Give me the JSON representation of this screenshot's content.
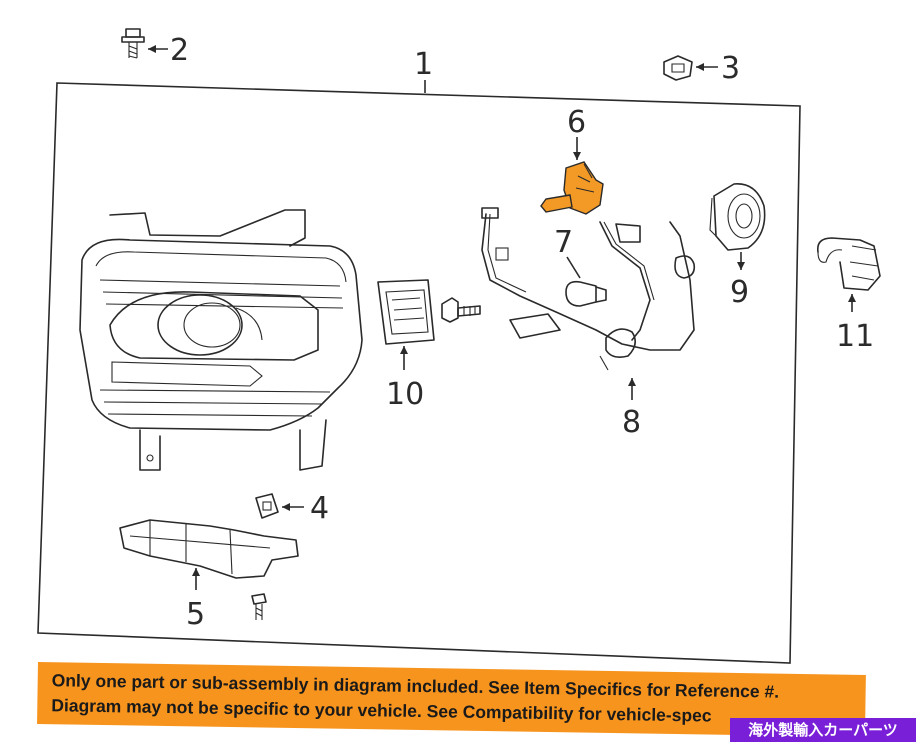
{
  "callouts": {
    "c1": "1",
    "c2": "2",
    "c3": "3",
    "c4": "4",
    "c5": "5",
    "c6": "6",
    "c7": "7",
    "c8": "8",
    "c9": "9",
    "c10": "10",
    "c11": "11"
  },
  "banner": {
    "line1": "Only one part or sub-assembly in diagram included. See Item Specifics for Reference #.",
    "line2": "Diagram may not be specific to your vehicle. See Compatibility for vehicle-spec"
  },
  "badge": "海外製輸入カーパーツ",
  "colors": {
    "highlight_part": "#f39a26",
    "banner": "#f7941e",
    "badge": "#7a1fd8",
    "line": "#2a2a2a"
  }
}
